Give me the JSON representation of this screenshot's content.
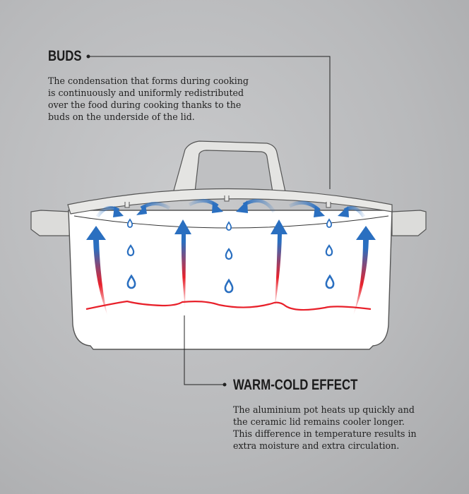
{
  "buds": {
    "title": "BUDS",
    "text": "The condensation that forms during cooking is continuously and uniformly redistributed over the food during cooking thanks to the buds on the underside of the lid."
  },
  "warm_cold": {
    "title": "WARM-COLD EFFECT",
    "text": "The aluminium pot heats up quickly and the ceramic lid remains cooler longer. This difference in temperature results in extra moisture and extra circulation."
  },
  "colors": {
    "steam_blue": "#2a6fc0",
    "heat_red": "#e8202a",
    "pot": "#ffffff",
    "outline": "#4a4a4a"
  }
}
